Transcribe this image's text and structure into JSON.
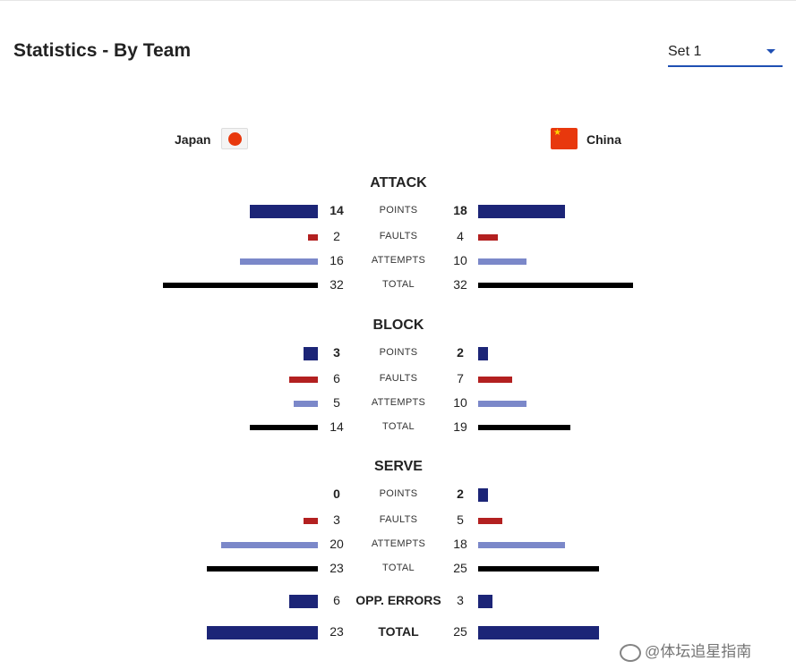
{
  "page_title": "Statistics - By Team",
  "set_select": {
    "value": "Set 1"
  },
  "teams": {
    "home": "Japan",
    "away": "China"
  },
  "colors": {
    "points": "#1c2577",
    "faults": "#b32020",
    "attempts": "#7b88c9",
    "total": "#000000"
  },
  "max_value": 32,
  "sections": [
    {
      "title": "ATTACK",
      "rows": [
        {
          "label": "POINTS",
          "home": 14,
          "away": 18,
          "type": "points",
          "bold": true
        },
        {
          "label": "FAULTS",
          "home": 2,
          "away": 4,
          "type": "faults"
        },
        {
          "label": "ATTEMPTS",
          "home": 16,
          "away": 10,
          "type": "attempts"
        },
        {
          "label": "TOTAL",
          "home": 32,
          "away": 32,
          "type": "total"
        }
      ]
    },
    {
      "title": "BLOCK",
      "rows": [
        {
          "label": "POINTS",
          "home": 3,
          "away": 2,
          "type": "points",
          "bold": true
        },
        {
          "label": "FAULTS",
          "home": 6,
          "away": 7,
          "type": "faults"
        },
        {
          "label": "ATTEMPTS",
          "home": 5,
          "away": 10,
          "type": "attempts"
        },
        {
          "label": "TOTAL",
          "home": 14,
          "away": 19,
          "type": "total"
        }
      ]
    },
    {
      "title": "SERVE",
      "rows": [
        {
          "label": "POINTS",
          "home": 0,
          "away": 2,
          "type": "points",
          "bold": true
        },
        {
          "label": "FAULTS",
          "home": 3,
          "away": 5,
          "type": "faults"
        },
        {
          "label": "ATTEMPTS",
          "home": 20,
          "away": 18,
          "type": "attempts"
        },
        {
          "label": "TOTAL",
          "home": 23,
          "away": 25,
          "type": "total"
        }
      ]
    }
  ],
  "summary": [
    {
      "label": "OPP. ERRORS",
      "home": 6,
      "away": 3,
      "type": "points"
    },
    {
      "label": "TOTAL",
      "home": 23,
      "away": 25,
      "type": "points"
    }
  ],
  "watermark": "@体坛追星指南"
}
